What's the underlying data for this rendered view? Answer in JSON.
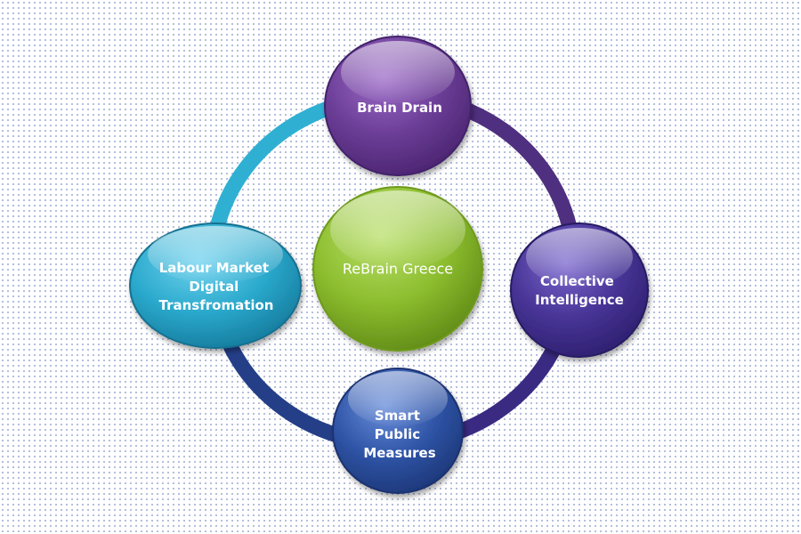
{
  "diagram": {
    "center": {
      "label": "ReBrain Greece",
      "color": "#8cbd2e"
    },
    "nodes": [
      {
        "id": "brain-drain",
        "lines": [
          "Brain Drain"
        ],
        "color": "#6b3d96"
      },
      {
        "id": "collective-intelligence",
        "lines": [
          "Collective",
          "Intelligence"
        ],
        "color": "#473495"
      },
      {
        "id": "smart-public-measures",
        "lines": [
          "Smart",
          "Public",
          "Measures"
        ],
        "color": "#2f54a6"
      },
      {
        "id": "labour-market-digital-transformation",
        "lines": [
          "Labour Market",
          "Digital",
          "Transfromation"
        ],
        "color": "#2aa9cc"
      }
    ]
  }
}
